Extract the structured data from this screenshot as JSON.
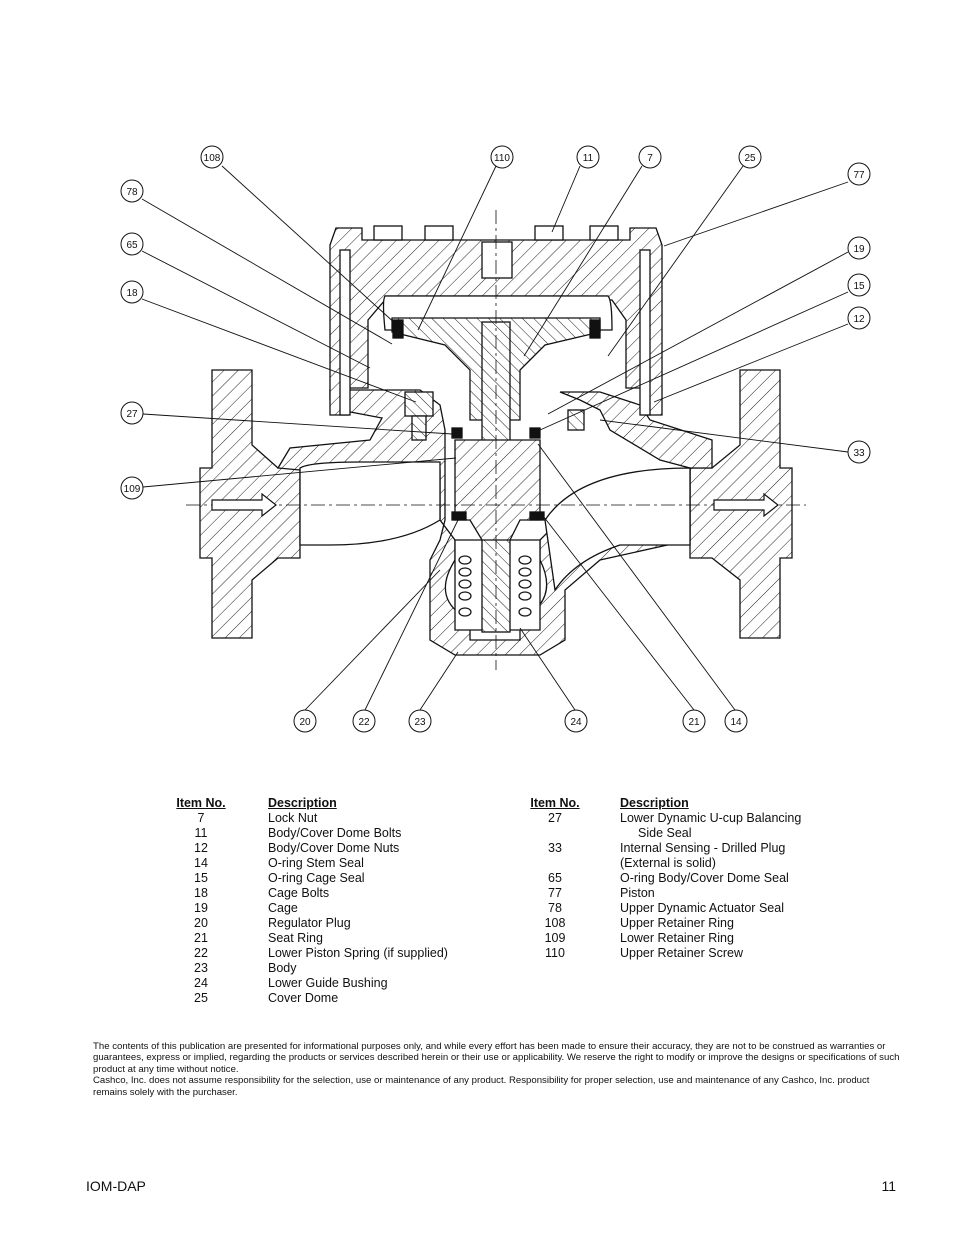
{
  "callouts": {
    "c108": "108",
    "c110": "110",
    "c11": "11",
    "c7": "7",
    "c25": "25",
    "c77": "77",
    "c78": "78",
    "c65": "65",
    "c18": "18",
    "c19": "19",
    "c15": "15",
    "c12": "12",
    "c27": "27",
    "c33": "33",
    "c109": "109",
    "c20": "20",
    "c22": "22",
    "c23": "23",
    "c24": "24",
    "c21": "21",
    "c14": "14"
  },
  "parts_table": {
    "left": {
      "header_item": "Item No.",
      "header_desc": "Description",
      "rows": [
        {
          "item": "7",
          "desc": "Lock Nut"
        },
        {
          "item": "11",
          "desc": "Body/Cover Dome Bolts"
        },
        {
          "item": "12",
          "desc": "Body/Cover Dome Nuts"
        },
        {
          "item": "14",
          "desc": "O-ring Stem Seal"
        },
        {
          "item": "15",
          "desc": "O-ring Cage Seal"
        },
        {
          "item": "18",
          "desc": "Cage Bolts"
        },
        {
          "item": "19",
          "desc": "Cage"
        },
        {
          "item": "20",
          "desc": "Regulator Plug"
        },
        {
          "item": "21",
          "desc": "Seat Ring"
        },
        {
          "item": "22",
          "desc": "Lower Piston Spring (if supplied)"
        },
        {
          "item": "23",
          "desc": "Body"
        },
        {
          "item": "24",
          "desc": "Lower Guide Bushing"
        },
        {
          "item": "25",
          "desc": "Cover Dome"
        }
      ]
    },
    "right": {
      "header_item": "Item No.",
      "header_desc": "Description",
      "rows": [
        {
          "item": "27",
          "desc": "Lower Dynamic U-cup Balancing",
          "desc2": "Side Seal"
        },
        {
          "item": "33",
          "desc": "Internal Sensing - Drilled Plug",
          "desc2": "(External is solid)"
        },
        {
          "item": "65",
          "desc": "O-ring Body/Cover Dome Seal"
        },
        {
          "item": "77",
          "desc": "Piston"
        },
        {
          "item": "78",
          "desc": "Upper Dynamic Actuator Seal"
        },
        {
          "item": "108",
          "desc": "Upper Retainer Ring"
        },
        {
          "item": "109",
          "desc": "Lower Retainer Ring"
        },
        {
          "item": "110",
          "desc": "Upper Retainer Screw"
        }
      ]
    }
  },
  "disclaimer": {
    "p1": "The contents of this publication are presented for informational purposes only, and while every effort has been made to ensure their accuracy, they are not to be construed as warranties or guarantees, express or implied, regarding the products or services described herein or their use or applicability.  We reserve the right to modify or improve the designs or specifications of such product at any time without notice.",
    "p2": "Cashco, Inc. does not assume responsibility for the selection, use or maintenance of any product.  Responsibility for proper selection, use and maintenance of any Cashco, Inc. product remains solely with the purchaser."
  },
  "footer": {
    "doc_id": "IOM-DAP",
    "page_number": "11"
  }
}
